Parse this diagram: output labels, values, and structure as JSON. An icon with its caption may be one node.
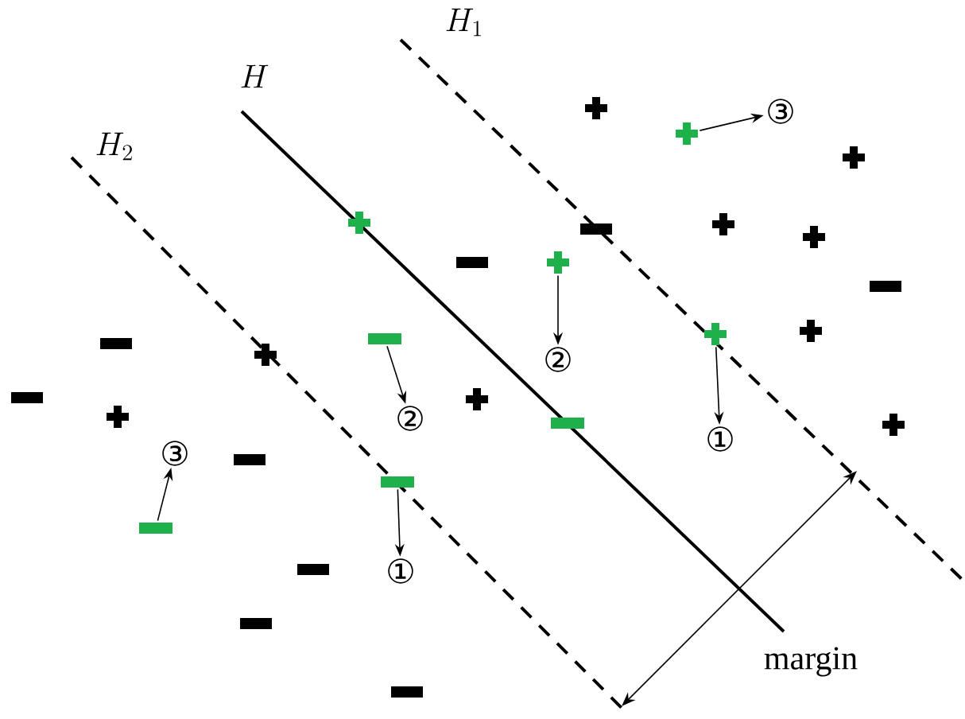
{
  "diagram": {
    "nodes": [
      {
        "text": [],
        "shape": "plus"
      },
      {
        "text": [],
        "shape": "plus"
      },
      {
        "text": [
          "③"
        ]
      },
      {
        "text": [],
        "shape": "plus"
      },
      {
        "text": [
          "②"
        ]
      },
      {
        "text": [],
        "shape": "plus"
      },
      {
        "text": [
          "①"
        ]
      },
      {
        "text": [],
        "shape": "bar"
      },
      {
        "text": [
          "②"
        ]
      },
      {
        "text": [],
        "shape": "bar"
      },
      {
        "text": [],
        "shape": "bar"
      },
      {
        "text": [
          "①"
        ]
      },
      {
        "text": [],
        "shape": "bar"
      },
      {
        "text": [
          "③"
        ]
      }
    ],
    "edges": [
      {
        "from": 1,
        "to": 2,
        "arrow": "to"
      },
      {
        "from": 3,
        "to": 4,
        "arrow": "to"
      },
      {
        "from": 5,
        "to": 6,
        "arrow": "to"
      },
      {
        "from": 7,
        "to": 8,
        "arrow": "to"
      },
      {
        "from": 10,
        "to": 11,
        "arrow": "to"
      },
      {
        "from": 12,
        "to": 13,
        "arrow": "to"
      }
    ],
    "labels": [
      "H",
      "H_1",
      "H_2",
      "margin"
    ]
  }
}
